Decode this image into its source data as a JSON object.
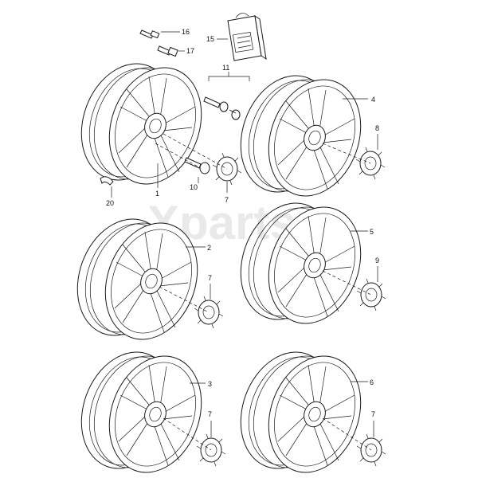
{
  "watermark": "Xparts",
  "callouts": {
    "c1": "1",
    "c2": "2",
    "c3": "3",
    "c4": "4",
    "c5": "5",
    "c6": "6",
    "c7": "7",
    "c8": "8",
    "c9": "9",
    "c10": "10",
    "c11": "11",
    "c15": "15",
    "c16": "16",
    "c17": "17",
    "c20": "20"
  },
  "icons": [
    "wheel-rim-icon",
    "center-cap-icon",
    "wheel-bolt-icon",
    "valve-icon",
    "bolt-kit-box-icon"
  ]
}
